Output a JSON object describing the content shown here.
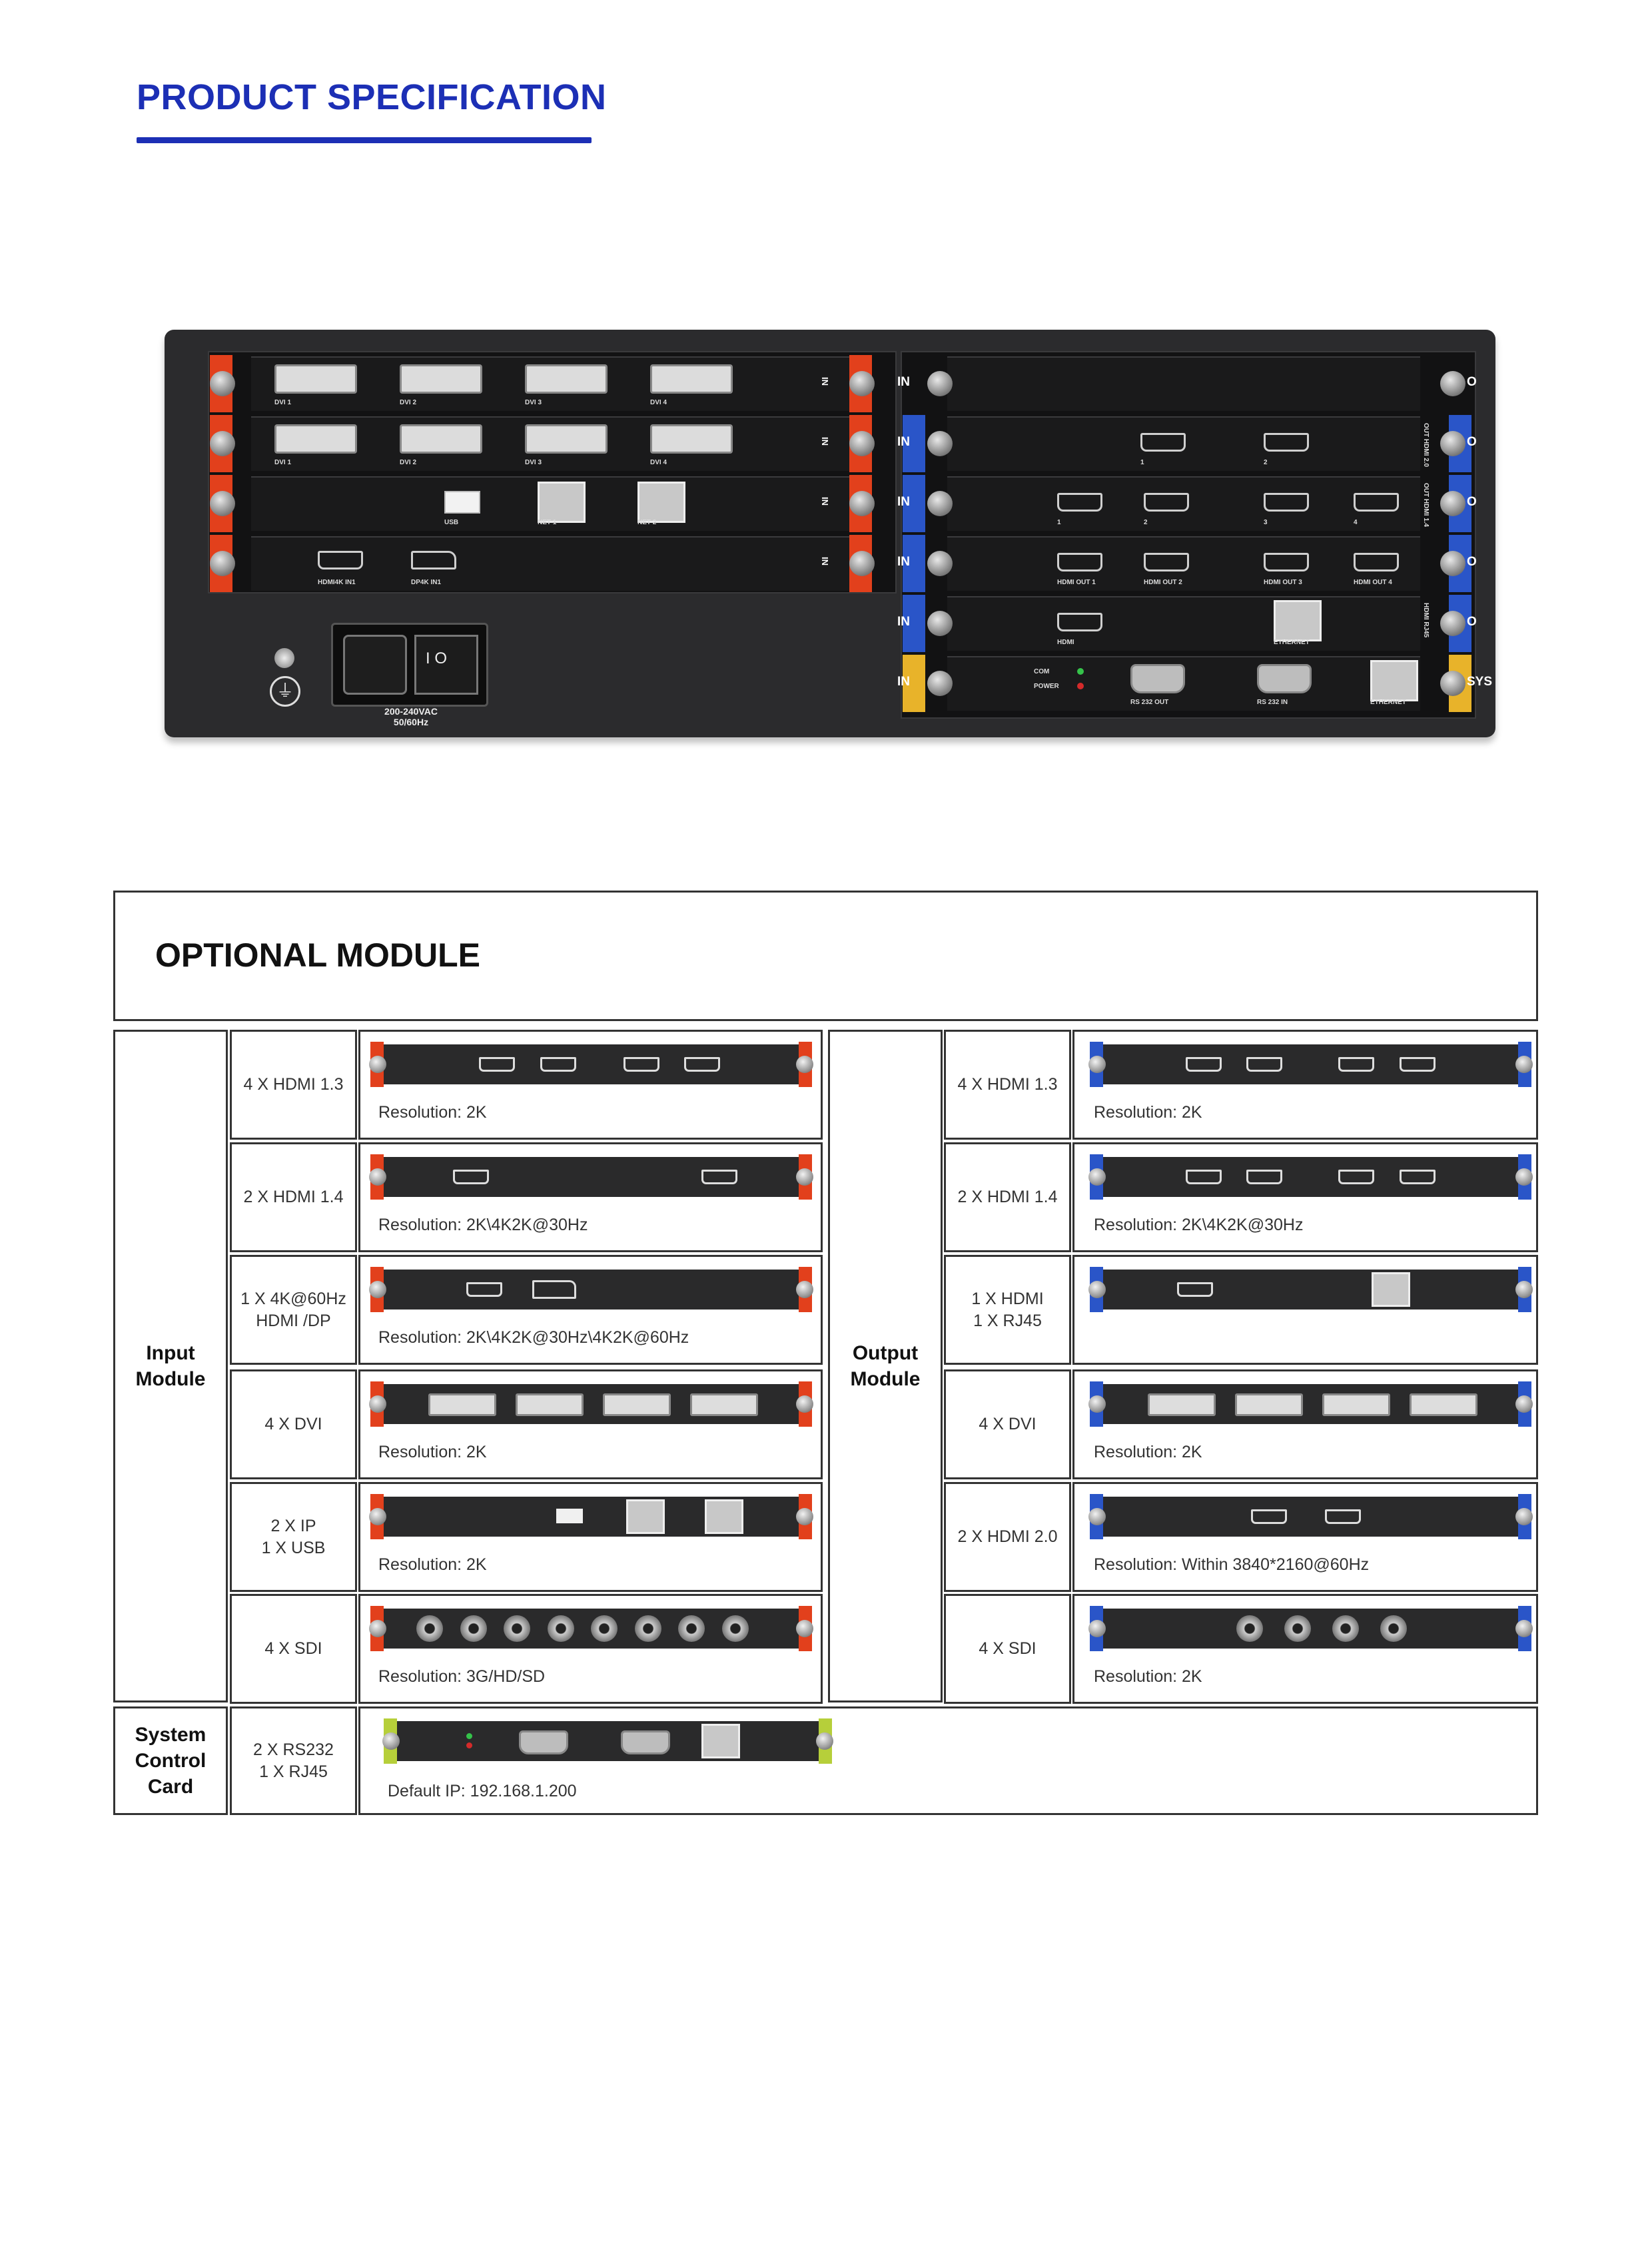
{
  "header": {
    "title": "PRODUCT SPECIFICATION"
  },
  "colors": {
    "brand_blue": "#1c2fb5",
    "input_red": "#e2401c",
    "output_blue": "#2a55c8",
    "system_yellow": "#e8b32a",
    "system_green": "#b6cf3a"
  },
  "chassis": {
    "left_cards": [
      {
        "ports": [
          "DVI 1",
          "DVI 2",
          "DVI 3",
          "DVI 4"
        ],
        "side": "IN"
      },
      {
        "ports": [
          "DVI 1",
          "DVI 2",
          "DVI 3",
          "DVI 4"
        ],
        "side": "IN"
      },
      {
        "ports": [
          "USB",
          "NET 1",
          "NET 2"
        ],
        "side": "IN"
      },
      {
        "ports": [
          "HDMI4K IN1",
          "DP4K IN1"
        ],
        "side": "IN"
      }
    ],
    "power_label": "200-240VAC\n50/60Hz",
    "right_cards": [
      {
        "side": "O",
        "ports": []
      },
      {
        "side": "O",
        "label": "OUT HDMI 2.0",
        "ports": [
          "1",
          "2"
        ]
      },
      {
        "side": "O",
        "label": "OUT HDMI 1.4",
        "ports": [
          "1",
          "2",
          "3",
          "4"
        ]
      },
      {
        "side": "O",
        "ports": [
          "HDMI OUT 1",
          "HDMI OUT 2",
          "HDMI OUT 3",
          "HDMI OUT 4"
        ]
      },
      {
        "side": "O",
        "label": "HDMI RJ45",
        "ports": [
          "HDMI",
          "ETHERNET"
        ]
      },
      {
        "side": "SYS",
        "ports": [
          "RS 232 OUT",
          "RS 232 IN",
          "ETHERNET"
        ],
        "leds": [
          "COM",
          "POWER"
        ]
      }
    ],
    "in_label": "IN"
  },
  "optional": {
    "title": "OPTIONAL MODULE",
    "input": {
      "group_label": "Input\nModule",
      "rows": [
        {
          "spec": "4 X HDMI 1.3",
          "resolution": "Resolution: 2K"
        },
        {
          "spec": "2 X HDMI 1.4",
          "resolution": "Resolution: 2K\\4K2K@30Hz"
        },
        {
          "spec": "1 X 4K@60Hz\nHDMI /DP",
          "resolution": "Resolution: 2K\\4K2K@30Hz\\4K2K@60Hz"
        },
        {
          "spec": "4 X DVI",
          "resolution": "Resolution: 2K"
        },
        {
          "spec": "2 X IP\n1 X USB",
          "resolution": "Resolution: 2K"
        },
        {
          "spec": "4 X SDI",
          "resolution": "Resolution: 3G/HD/SD"
        }
      ]
    },
    "output": {
      "group_label": "Output\nModule",
      "rows": [
        {
          "spec": "4 X HDMI 1.3",
          "resolution": "Resolution: 2K"
        },
        {
          "spec": "2 X HDMI 1.4",
          "resolution": "Resolution: 2K\\4K2K@30Hz"
        },
        {
          "spec": "1 X HDMI\n1 X RJ45",
          "resolution": ""
        },
        {
          "spec": "4 X DVI",
          "resolution": "Resolution: 2K"
        },
        {
          "spec": "2 X HDMI 2.0",
          "resolution": "Resolution: Within 3840*2160@60Hz"
        },
        {
          "spec": "4 X SDI",
          "resolution": "Resolution: 2K"
        }
      ]
    },
    "system": {
      "group_label": "System\nControl\nCard",
      "spec": "2 X RS232\n1 X RJ45",
      "note": "Default IP: 192.168.1.200"
    }
  }
}
